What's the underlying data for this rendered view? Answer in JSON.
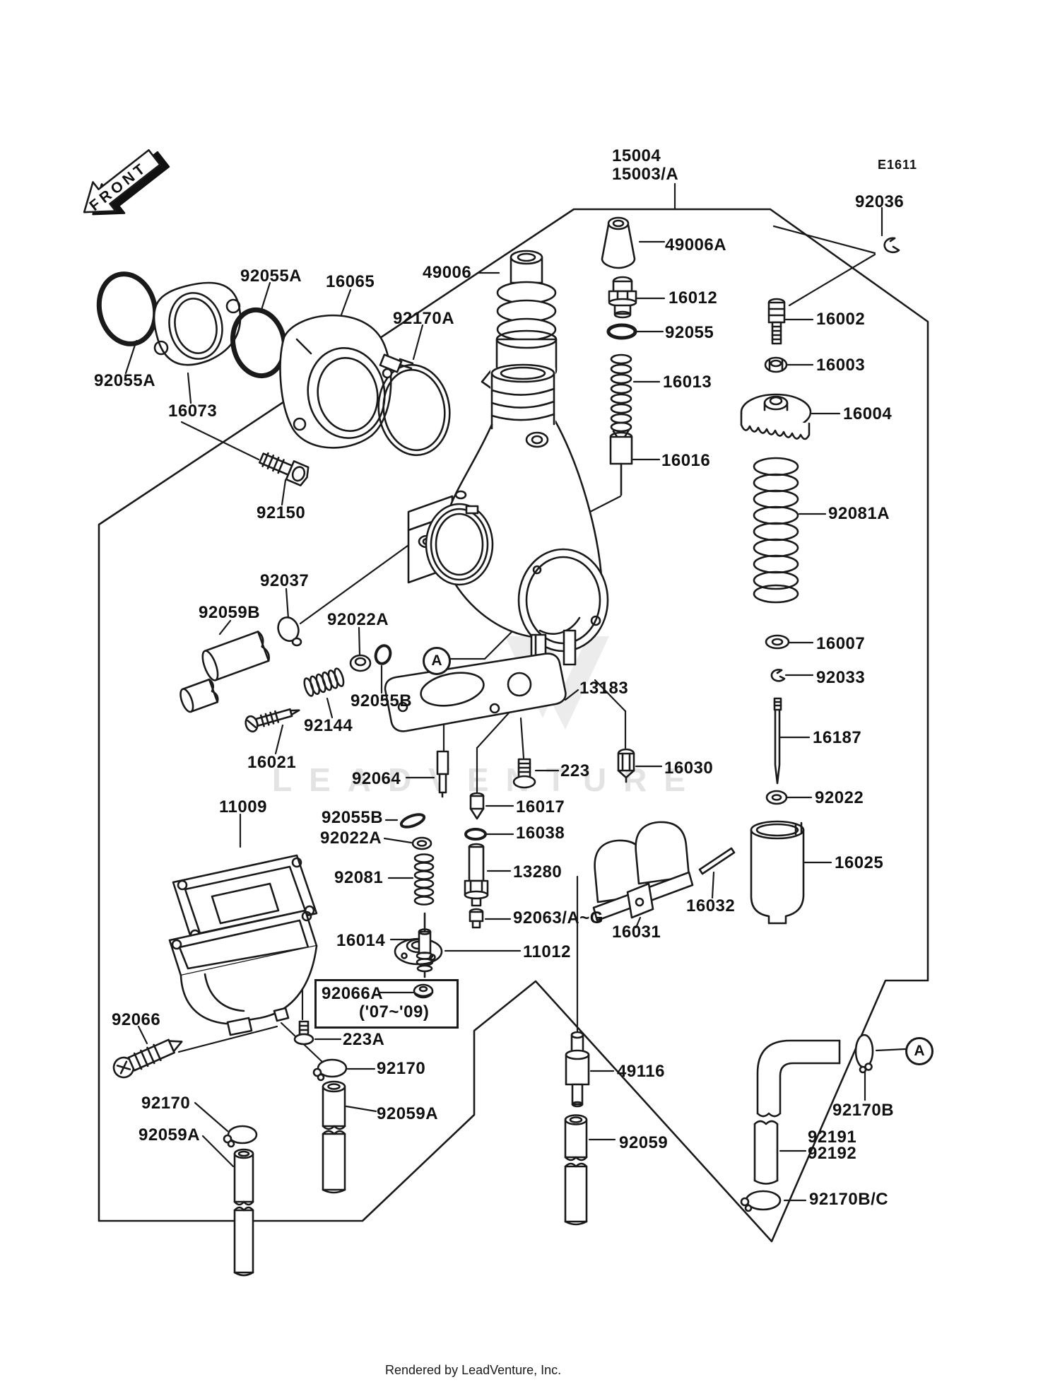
{
  "meta": {
    "diagram_code": "E1611"
  },
  "front_arrow": {
    "label": "FRONT"
  },
  "watermark": {
    "text": "LEADVENTURE"
  },
  "footer": {
    "text": "Rendered by LeadVenture, Inc."
  },
  "ref_marker": "A",
  "colors": {
    "line": "#1a1a1a",
    "background": "#ffffff",
    "watermark": "#e3e3e3"
  },
  "callouts": {
    "p15004": "15004",
    "p15003A": "15003/A",
    "p92036": "92036",
    "p49006A": "49006A",
    "p16012": "16012",
    "p92055": "92055",
    "p16013": "16013",
    "p16016": "16016",
    "p16002": "16002",
    "p16003": "16003",
    "p16004": "16004",
    "p92081A": "92081A",
    "p16007": "16007",
    "p92033": "92033",
    "p16187": "16187",
    "p92022": "92022",
    "p16025": "16025",
    "p92055A_left": "92055A",
    "p92055A_mid": "92055A",
    "p16073": "16073",
    "p16065": "16065",
    "p92170A": "92170A",
    "p49006": "49006",
    "p92150": "92150",
    "p92037": "92037",
    "p92059B": "92059B",
    "p92022A_top": "92022A",
    "p92055B_top": "92055B",
    "p92144": "92144",
    "p16021": "16021",
    "p92064": "92064",
    "p13183": "13183",
    "p223": "223",
    "p16030": "16030",
    "p16017": "16017",
    "p16038": "16038",
    "p13280": "13280",
    "p92063AG": "92063/A~G",
    "p16031": "16031",
    "p16032": "16032",
    "p11012": "11012",
    "p16014": "16014",
    "p11009": "11009",
    "p92055B_list": "92055B",
    "p92022A_list": "92022A",
    "p92081": "92081",
    "p92066A": "92066A",
    "p92066A_years": "('07~'09)",
    "p223A": "223A",
    "p92170_mid": "92170",
    "p92059A_mid": "92059A",
    "p92066": "92066",
    "p92170_left": "92170",
    "p92059A_left": "92059A",
    "p49116": "49116",
    "p92059": "92059",
    "p92170B": "92170B",
    "p92191": "92191",
    "p92192": "92192",
    "p92170BC": "92170B/C"
  }
}
